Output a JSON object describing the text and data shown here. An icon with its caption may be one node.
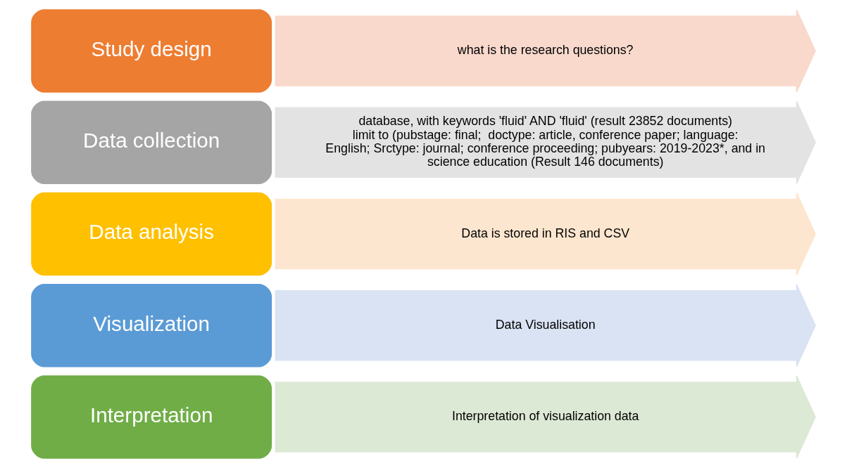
{
  "diagram": {
    "nodes": [
      {
        "text": [
          "Study design"
        ]
      },
      {
        "text": [
          "Data collection"
        ]
      },
      {
        "text": [
          "Data analysis"
        ]
      },
      {
        "text": [
          "Visualization"
        ]
      },
      {
        "text": [
          "Interpretation"
        ]
      },
      {
        "text": [
          "what is the research questions?"
        ]
      },
      {
        "text": [
          "database, with keywords 'fluid' AND 'fluid' (result 23852 documents)",
          "limit to (pubstage: final;  doctype: article, conference paper; language: English; Srctype: journal; conference proceeding; pubyears: 2019-2023*, and in science education (Result 146 documents)"
        ]
      },
      {
        "text": [
          "Data is stored in RIS and CSV"
        ]
      },
      {
        "text": [
          "Data Visualisation"
        ]
      },
      {
        "text": [
          "Interpretation of visualization data"
        ]
      }
    ],
    "edges": []
  }
}
